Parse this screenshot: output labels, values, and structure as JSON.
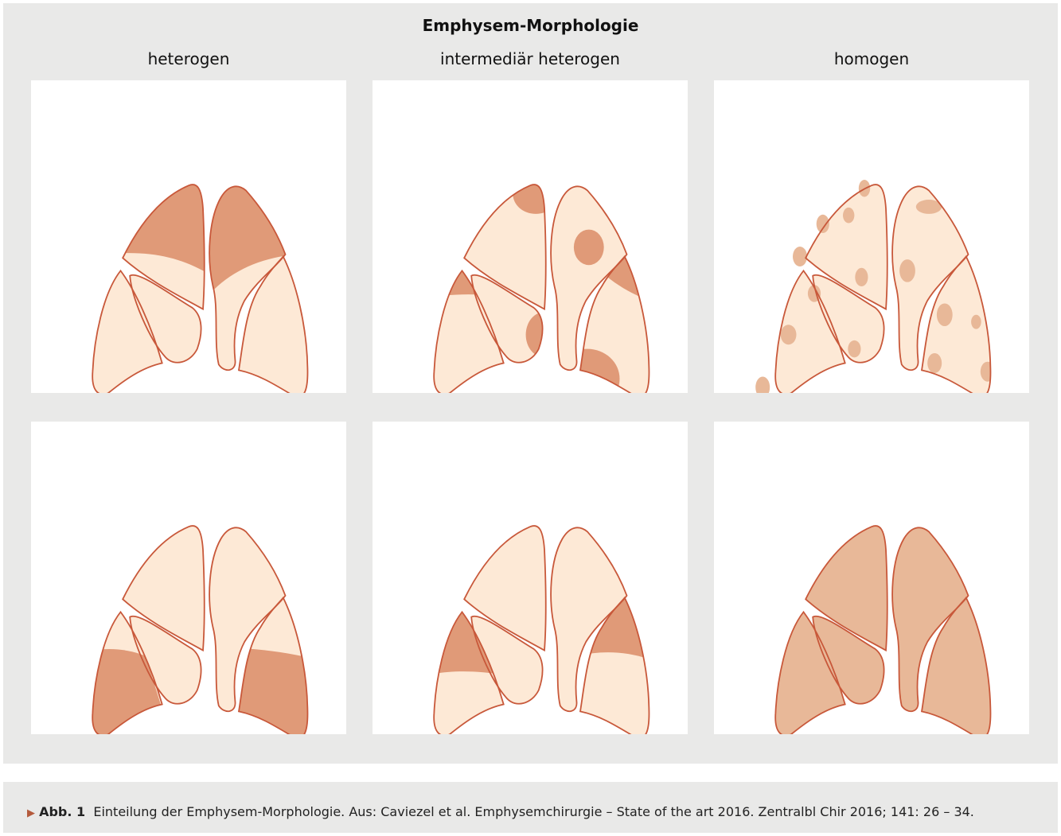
{
  "figure": {
    "title": "Emphysem-Morphologie",
    "columns": [
      {
        "label": "heterogen"
      },
      {
        "label": "intermediär heterogen"
      },
      {
        "label": "homogen"
      }
    ]
  },
  "colors": {
    "background": "#e9e9e8",
    "lung_fill": "#fde9d6",
    "lung_outline": "#c8583a",
    "emphysema_dark": "#e09a78",
    "emphysema_diffuse": "#e8b898"
  },
  "caption": {
    "marker": "▶",
    "label": "Abb. 1",
    "text": "Einteilung der Emphysem-Morphologie. Aus: Caviezel et al. Emphysemchirurgie – State of the art 2016. Zentralbl Chir 2016; 141: 26 – 34."
  }
}
